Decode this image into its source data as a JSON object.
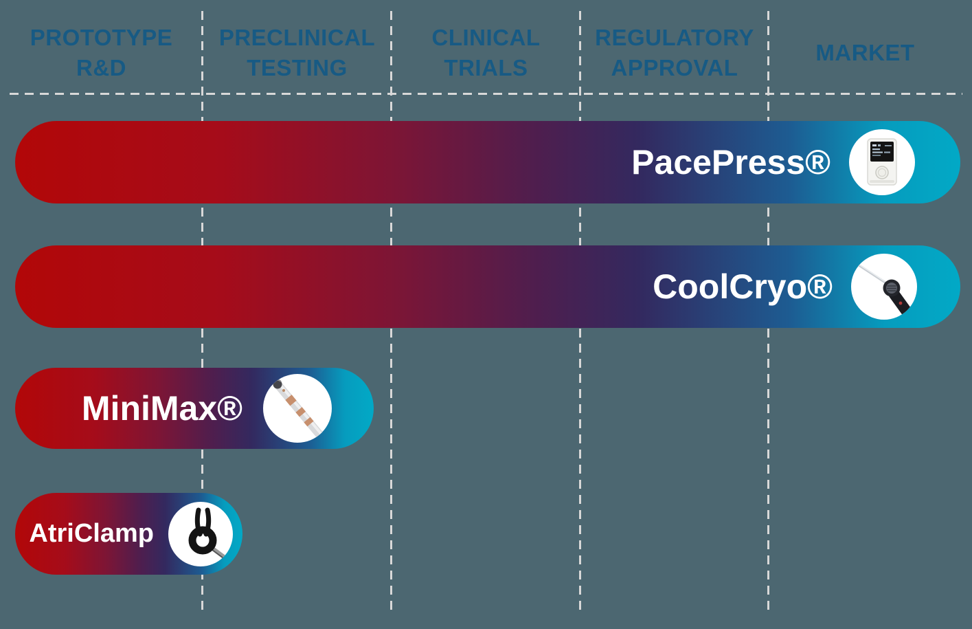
{
  "stages": [
    {
      "lines": [
        "PROTOTYPE",
        "R&D"
      ]
    },
    {
      "lines": [
        "PRECLINICAL",
        "TESTING"
      ]
    },
    {
      "lines": [
        "CLINICAL",
        "TRIALS"
      ]
    },
    {
      "lines": [
        "REGULATORY",
        "APPROVAL"
      ]
    },
    {
      "lines": [
        "MARKET"
      ]
    }
  ],
  "products": [
    {
      "name": "PacePress®",
      "icon": "pacemaker-programmer-device"
    },
    {
      "name": "CoolCryo®",
      "icon": "cryoablation-probe"
    },
    {
      "name": "MiniMax®",
      "icon": "ablation-catheter"
    },
    {
      "name": "AtriClamp",
      "icon": "atrial-clamp-device"
    }
  ],
  "colors": {
    "background": "#4C6771",
    "header_text": "#175A84",
    "divider_dash": "#D8D8D8",
    "bar_label_text": "#FFFFFF",
    "icon_circle_fill": "#FFFFFF",
    "bar_gradient_stops": [
      "#B20708",
      "#A50C1A",
      "#7D1535",
      "#4F1E4E",
      "#33295F",
      "#1D5C92",
      "#069CBE",
      "#02A9C6"
    ]
  },
  "chart_data": {
    "type": "bar",
    "orientation": "horizontal",
    "title": "",
    "categories": [
      "PacePress®",
      "CoolCryo®",
      "MiniMax®",
      "AtriClamp"
    ],
    "stage_axis": [
      "Prototype R&D",
      "Preclinical Testing",
      "Clinical Trials",
      "Regulatory Approval",
      "Market"
    ],
    "series": [
      {
        "name": "PacePress®",
        "stage_reached": "Market",
        "progress_fraction": 0.98
      },
      {
        "name": "CoolCryo®",
        "stage_reached": "Market",
        "progress_fraction": 0.98
      },
      {
        "name": "MiniMax®",
        "stage_reached": "Preclinical Testing",
        "progress_fraction": 0.37
      },
      {
        "name": "AtriClamp",
        "stage_reached": "Prototype R&D",
        "progress_fraction": 0.24
      }
    ],
    "legend": "none",
    "grid": "dashed vertical stage dividers and dashed header underline"
  }
}
